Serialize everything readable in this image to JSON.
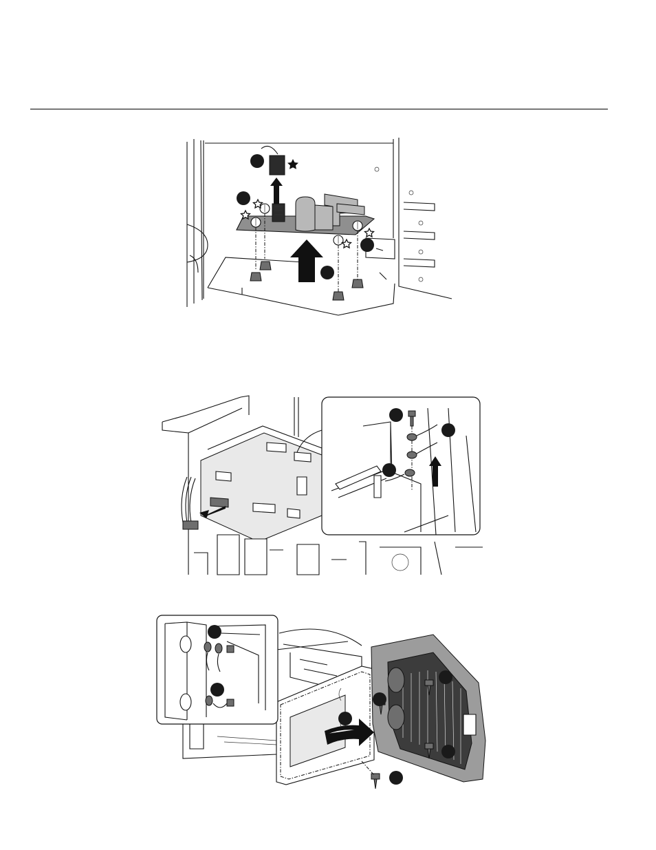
{
  "page": {
    "has_header_rule": true
  },
  "figures": [
    {
      "id": "figure-1",
      "subject": "power-supply-board-removal",
      "callouts": 4
    },
    {
      "id": "figure-2",
      "subject": "main-board-cable-and-ground-screw-removal",
      "callouts": 3
    },
    {
      "id": "figure-3",
      "subject": "side-cover-removal",
      "callouts": 7
    }
  ],
  "colors": {
    "line": "#111111",
    "board": "#8f8f8f",
    "cover": "#9c9c9c",
    "callout": "#1a1a1a"
  }
}
